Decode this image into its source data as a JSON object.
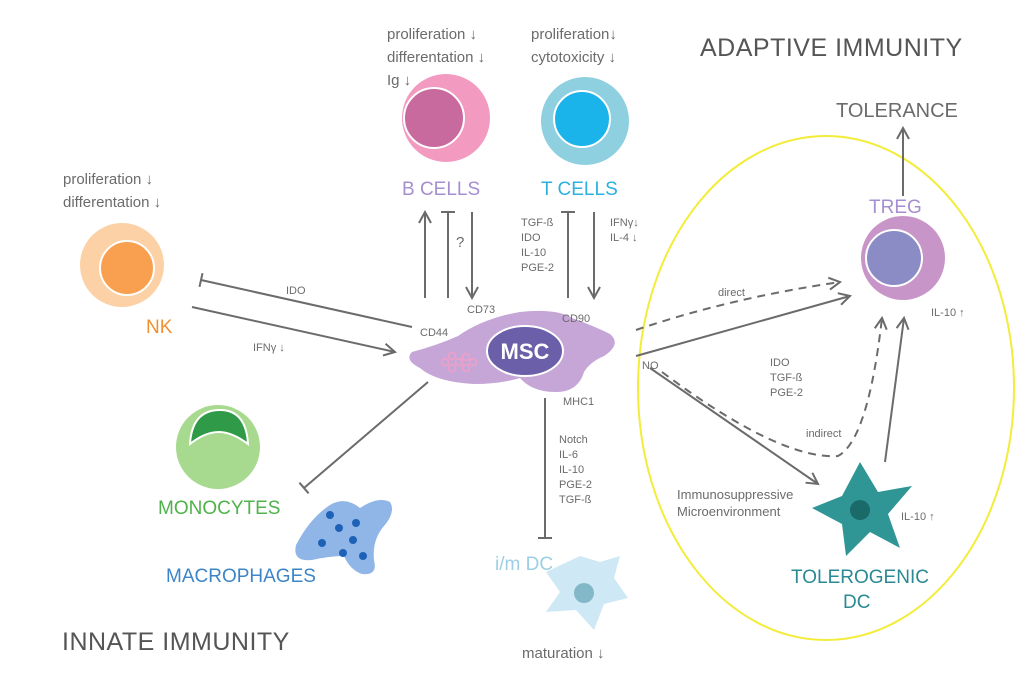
{
  "titles": {
    "adaptive": "ADAPTIVE IMMUNITY",
    "innate": "INNATE IMMUNITY",
    "tolerance": "TOLERANCE"
  },
  "cells": {
    "b_cells": "B CELLS",
    "t_cells": "T CELLS",
    "nk": "NK",
    "monocytes": "MONOCYTES",
    "macrophages": "MACROPHAGES",
    "msc": "MSC",
    "treg": "TREG",
    "im_dc": "i/m DC",
    "tolerogenic_dc": [
      "TOLEROGENIC",
      "DC"
    ]
  },
  "effects": {
    "b_cells": [
      "proliferation ↓",
      "differentation ↓",
      "Ig ↓"
    ],
    "t_cells": [
      "proliferation↓",
      "cytotoxicity ↓"
    ],
    "nk": [
      "proliferation ↓",
      "differentation ↓"
    ],
    "dc": "maturation ↓"
  },
  "markers": {
    "cd44": "CD44",
    "cd73": "CD73",
    "cd90": "CD90",
    "mhc1": "MHC1",
    "no": "NO"
  },
  "factors": {
    "ido_nk": "IDO",
    "ifny_nk": "IFNγ ↓",
    "question": "?",
    "msc_to_t": [
      "TGF-ß",
      "IDO",
      "IL-10",
      "PGE-2"
    ],
    "t_to_msc": [
      "IFNγ↓",
      "IL-4 ↓"
    ],
    "dc_factors": [
      "Notch",
      "IL-6",
      "IL-10",
      "PGE-2",
      "TGF-ß"
    ],
    "treg_factors": [
      "IDO",
      "TGF-ß",
      "PGE-2"
    ],
    "direct": "direct",
    "indirect": "indirect",
    "il10_treg": "IL-10 ↑",
    "il10_dc": "IL-10 ↑",
    "microenv": [
      "Immunosuppressive",
      "Microenvironment"
    ]
  },
  "colors": {
    "b_cell": "#f29ac0",
    "t_cell": "#8ecfe0",
    "nk": "#f9a050",
    "monocyte": "#6fc26b",
    "macrophage": "#4c87c8",
    "msc": "#c5a6d6",
    "treg": "#c895c8",
    "dc_light": "#cfe8f5",
    "tol_dc": "#2f9595",
    "ellipse": "#f3ec3a"
  }
}
